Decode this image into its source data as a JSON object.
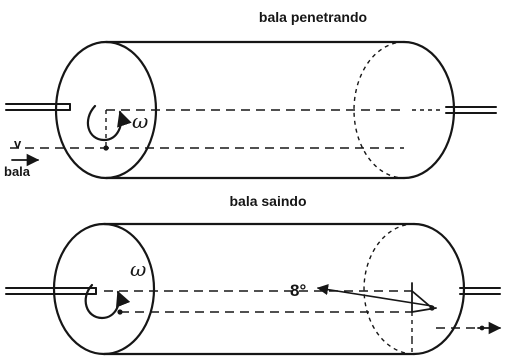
{
  "top_panel": {
    "title": "bala penetrando",
    "omega": "ω",
    "velocity_label": "v",
    "bullet_label": "bala"
  },
  "bottom_panel": {
    "title": "bala saindo",
    "omega": "ω",
    "angle_label": "8°"
  },
  "colors": {
    "ink": "#161616",
    "background": "#ffffff"
  }
}
